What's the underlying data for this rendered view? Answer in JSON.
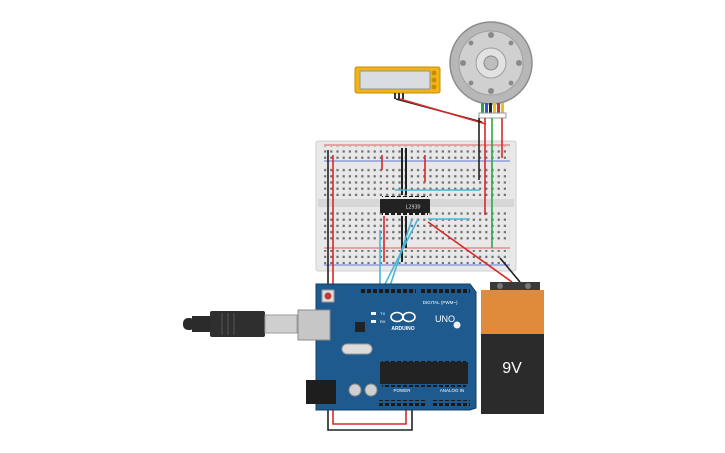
{
  "colors": {
    "board": "#1e5a8e",
    "board_dark": "#164a76",
    "breadboard": "#e6e6e6",
    "battery_top": "#e08a3c",
    "battery_body": "#2b2b2b",
    "potentiometer": "#f2b418",
    "motor": "#c9c9c9",
    "wire_red": "#d62a2a",
    "wire_black": "#222222",
    "wire_cyan": "#4ab6d6",
    "wire_green": "#2ea44a",
    "wire_yellow": "#e6c21a"
  },
  "battery": {
    "label": "9V"
  },
  "arduino": {
    "logo_text": "ARDUINO",
    "model_text": "UNO",
    "digital_label": "DIGITAL (PWM~)",
    "power_label": "POWER",
    "analog_label": "ANALOG IN",
    "tx_label": "TX",
    "rx_label": "RX"
  },
  "chip": {
    "label": "L293D"
  },
  "icons": {
    "motor": "dc-motor-icon",
    "pot": "potentiometer-icon",
    "usb": "usb-cable-icon"
  }
}
